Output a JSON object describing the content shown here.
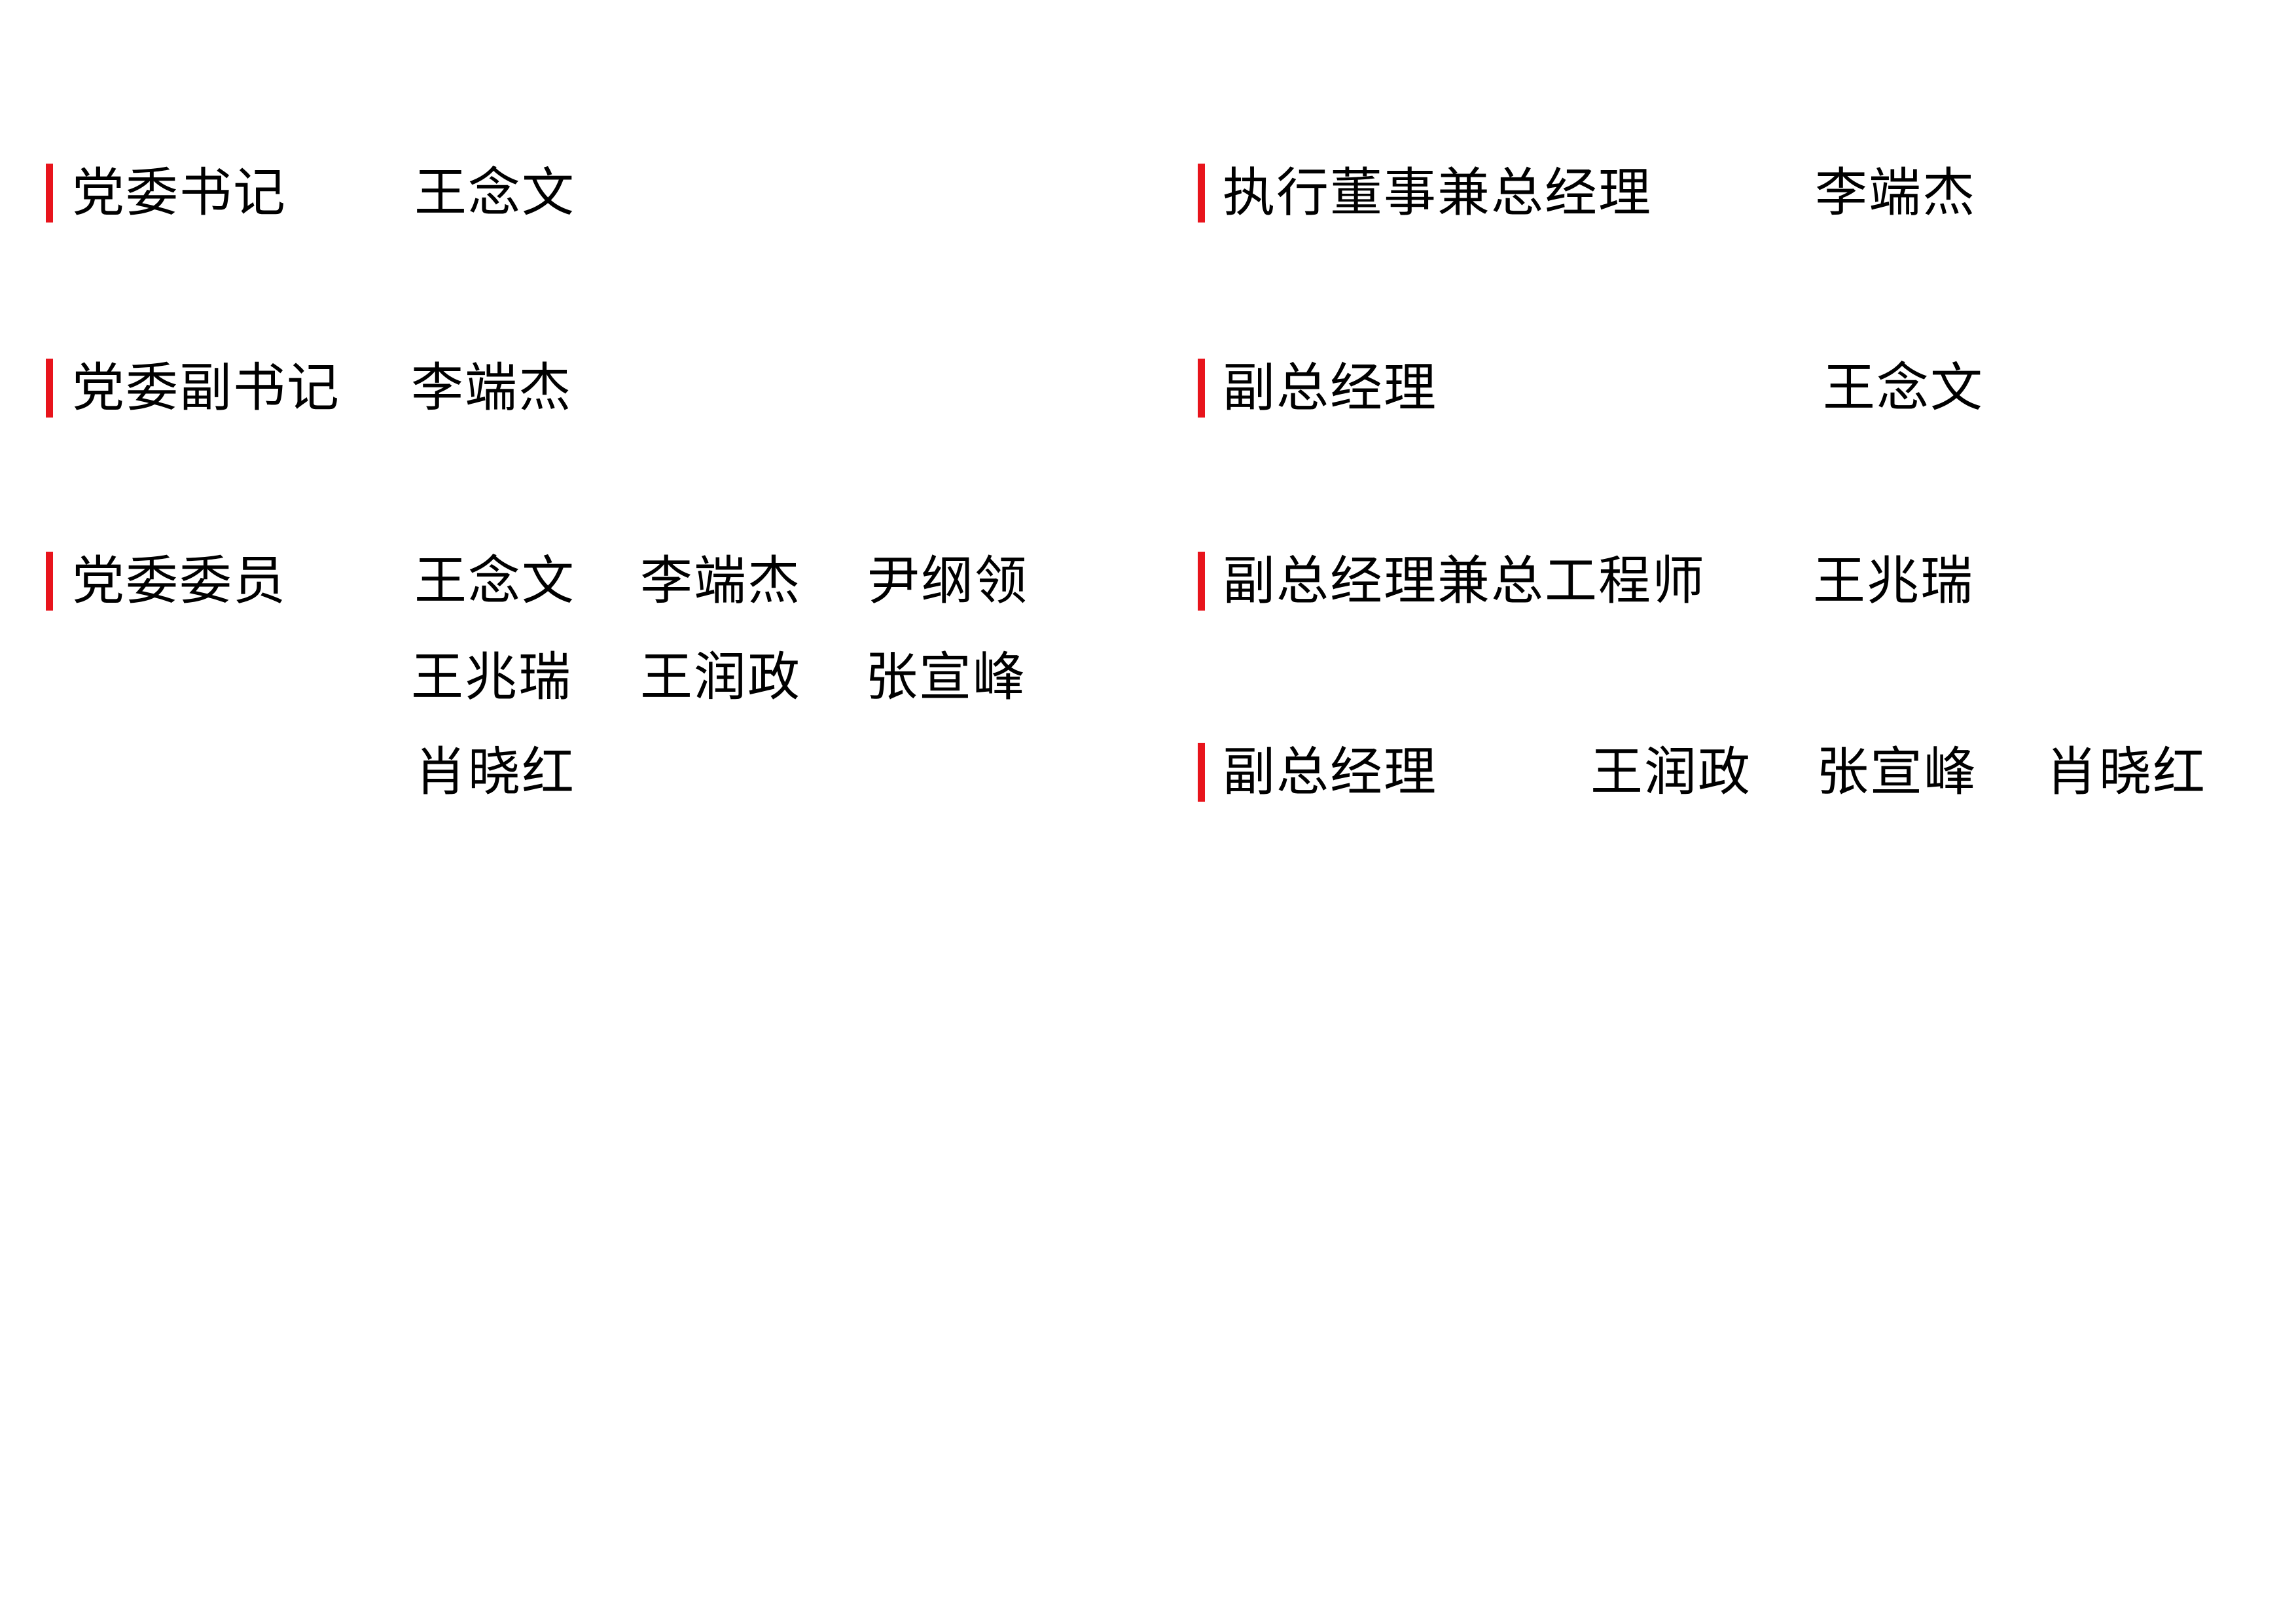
{
  "accent_color": "#e8141c",
  "party_committee": {
    "secretary": {
      "title": "党委书记",
      "names": [
        "王念文"
      ]
    },
    "deputy_secretary": {
      "title": "党委副书记",
      "names": [
        "李端杰"
      ]
    },
    "members": {
      "title": "党委委员",
      "names": [
        "王念文",
        "李端杰",
        "尹纲领",
        "王兆瑞",
        "王润政",
        "张宣峰",
        "肖晓红"
      ]
    }
  },
  "management": {
    "executive_director_gm": {
      "title": "执行董事兼总经理",
      "names": [
        "李端杰"
      ]
    },
    "deputy_gm_1": {
      "title": "副总经理",
      "names": [
        "王念文"
      ]
    },
    "deputy_gm_chief_engineer": {
      "title": "副总经理兼总工程师",
      "names": [
        "王兆瑞"
      ]
    },
    "deputy_gm_2": {
      "title": "副总经理",
      "names": [
        "王润政",
        "张宣峰",
        "肖晓红"
      ]
    }
  }
}
